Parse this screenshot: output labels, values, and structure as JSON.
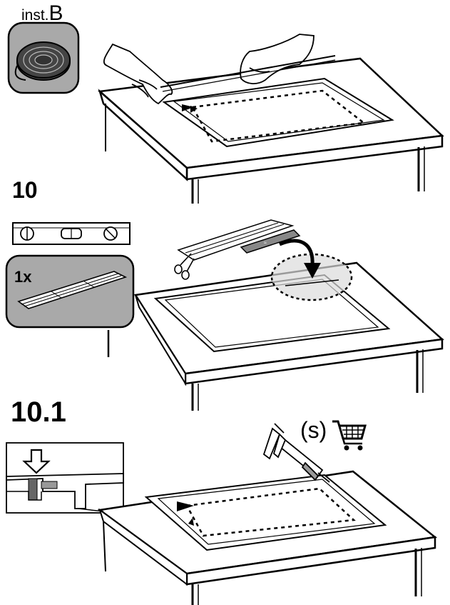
{
  "instruction_ref": {
    "prefix": "inst.",
    "letter": "B"
  },
  "steps": [
    {
      "number": "10"
    },
    {
      "number": "10.1"
    }
  ],
  "quantity": "1x",
  "sealant_quantity": "(s)",
  "icons": [
    "sealing-tape-roll-icon",
    "spirit-level-icon",
    "cable-tie-strip-icon",
    "scissors-icon",
    "caulking-gun-icon",
    "shopping-cart-icon",
    "press-down-arrow-icon"
  ],
  "colors": {
    "line": "#000000",
    "gray_panel": "#a9a9a9",
    "light_gray": "#dcdcdc"
  }
}
